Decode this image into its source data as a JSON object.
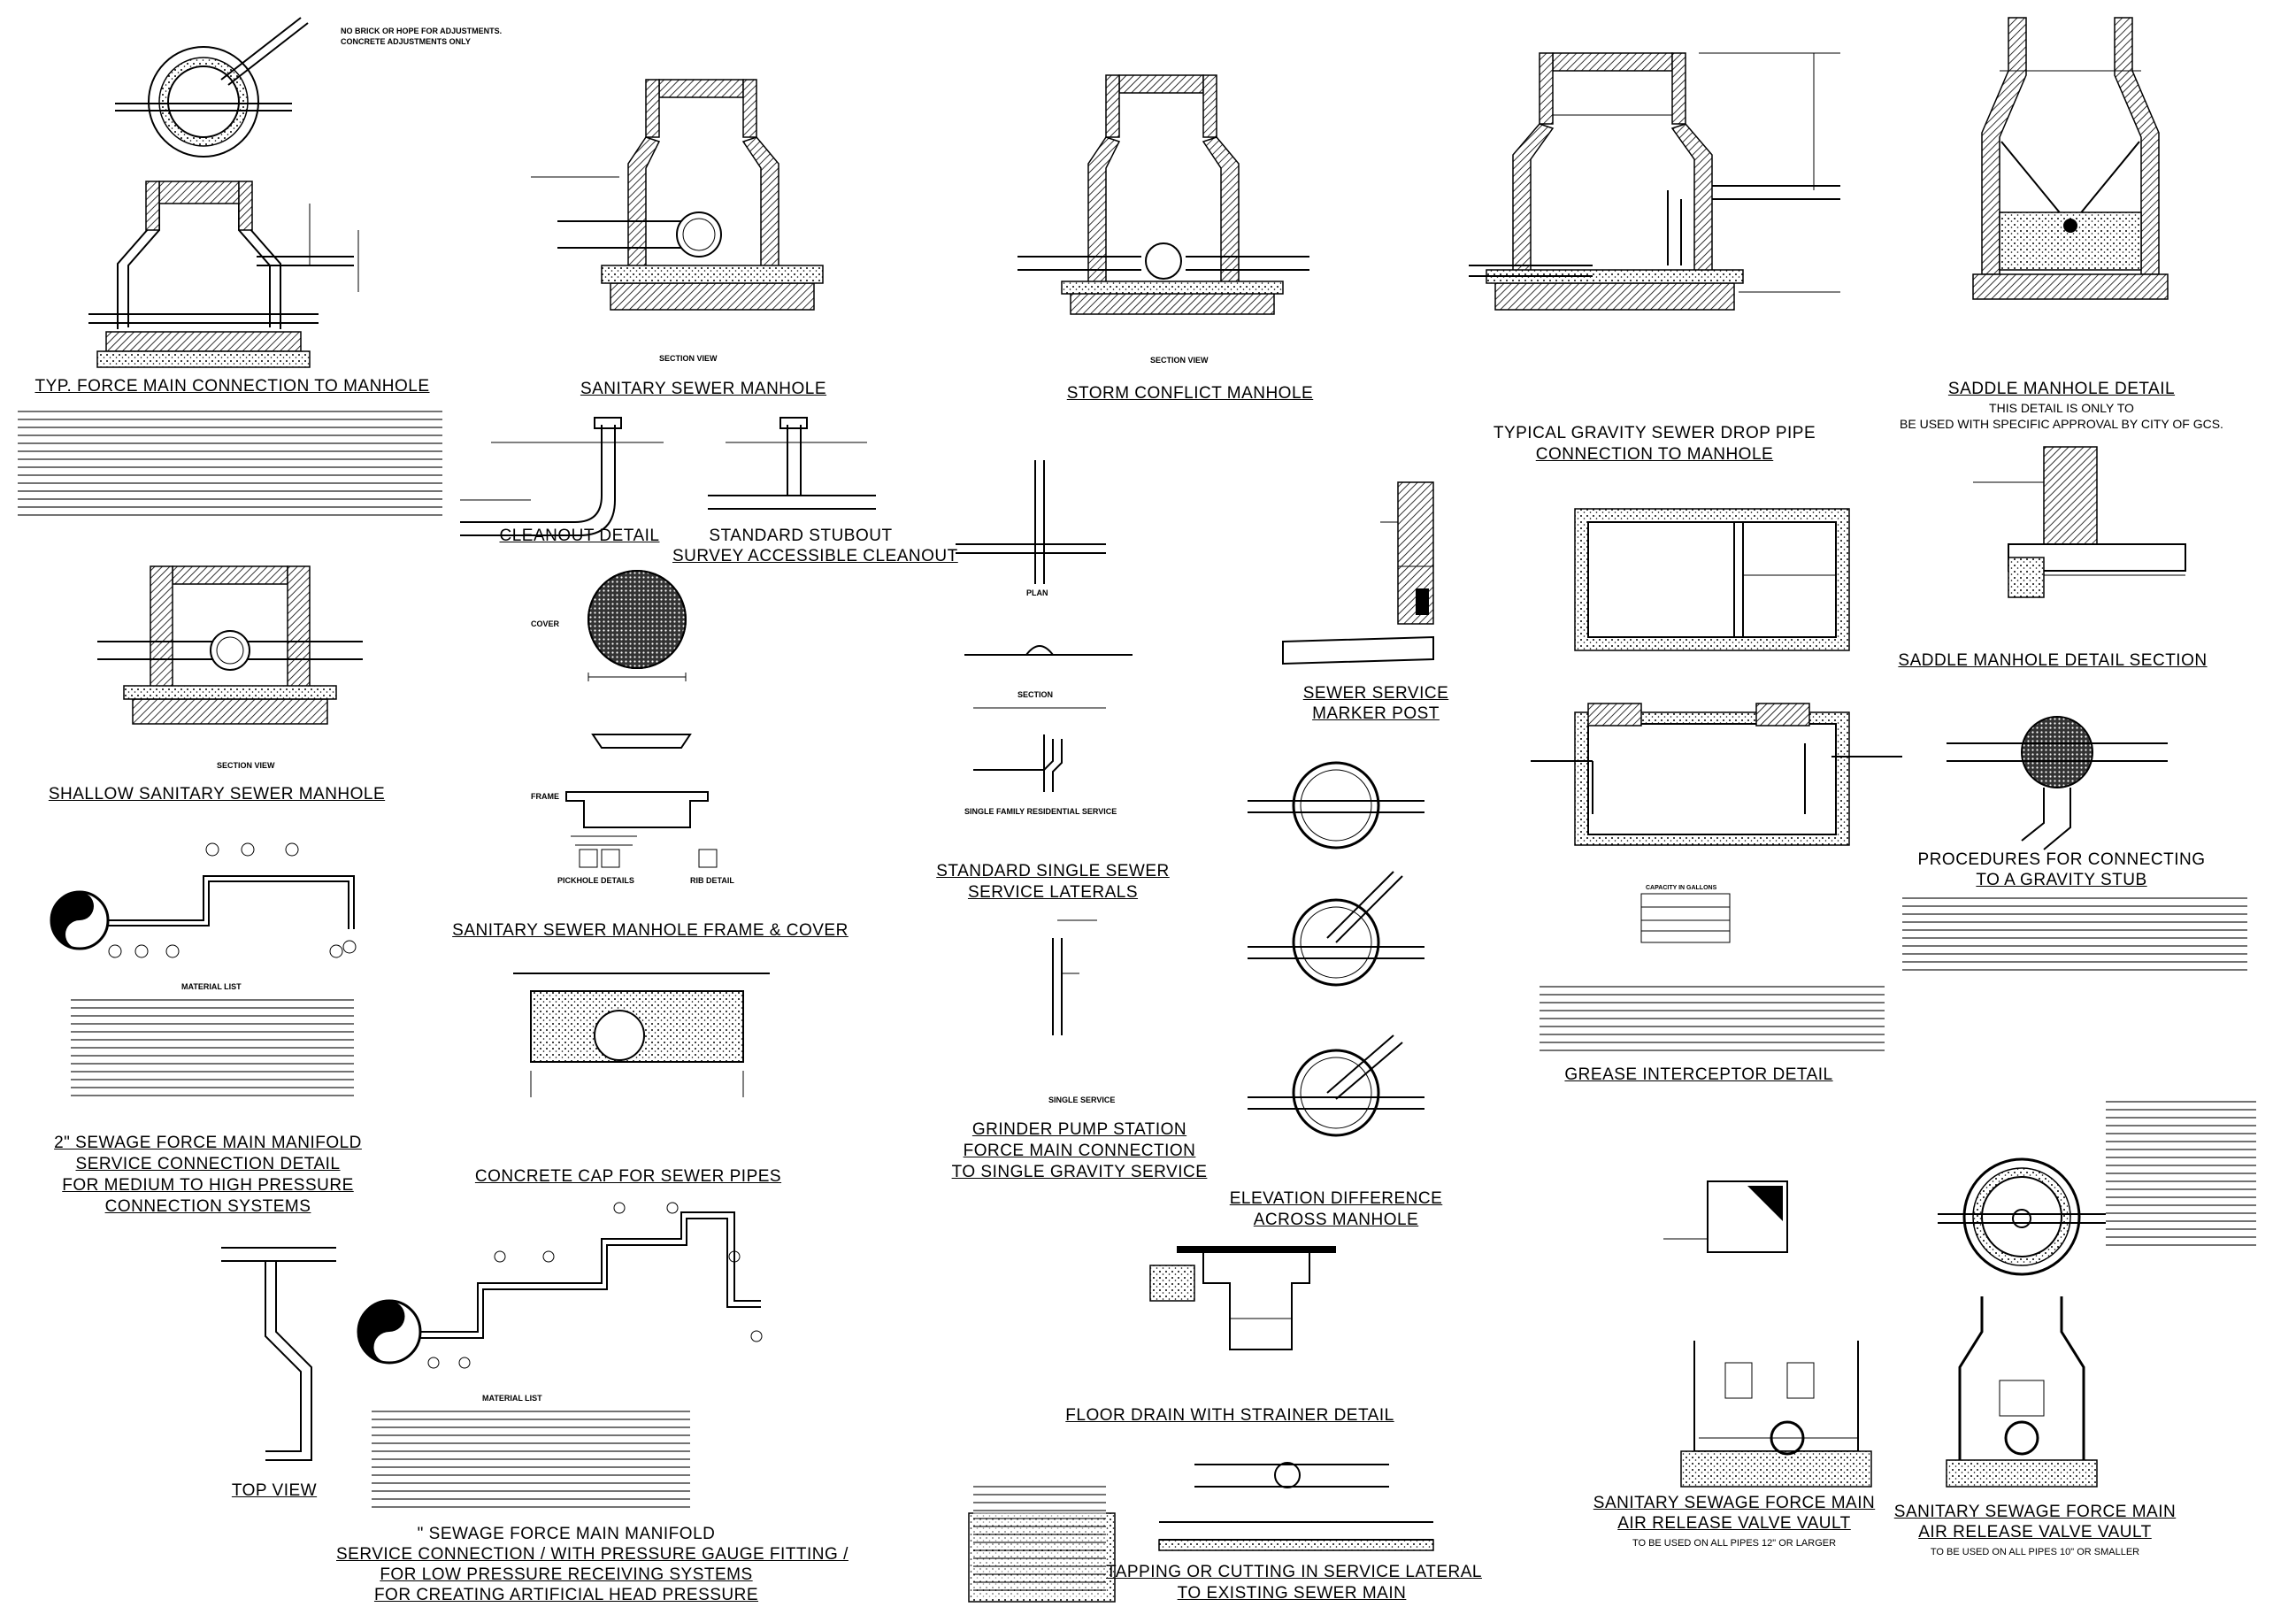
{
  "sheet": {
    "titles": {
      "force_main_conn": "TYP. FORCE MAIN CONNECTION TO MANHOLE",
      "sanitary_manhole": "SANITARY SEWER MANHOLE",
      "storm_conflict": "STORM CONFLICT MANHOLE",
      "gravity_drop_1": "TYPICAL GRAVITY SEWER DROP PIPE",
      "gravity_drop_2": "CONNECTION TO MANHOLE",
      "saddle_manhole": "SADDLE MANHOLE DETAIL",
      "cleanout": "CLEANOUT DETAIL",
      "stubout_1": "STANDARD STUBOUT",
      "stubout_2": "SURVEY ACCESSIBLE CLEANOUT",
      "shallow_manhole": "SHALLOW SANITARY SEWER MANHOLE",
      "frame_cover": "SANITARY SEWER MANHOLE FRAME & COVER",
      "marker_post_1": "SEWER SERVICE",
      "marker_post_2": "MARKER POST",
      "saddle_section": "SADDLE MANHOLE DETAIL SECTION",
      "gravity_stub_1": "PROCEDURES FOR CONNECTING",
      "gravity_stub_2": "TO A GRAVITY STUB",
      "single_laterals_1": "STANDARD SINGLE SEWER",
      "single_laterals_2": "SERVICE LATERALS",
      "manifold_2in_1": "2\" SEWAGE FORCE MAIN MANIFOLD",
      "manifold_2in_2": "SERVICE CONNECTION DETAIL",
      "manifold_2in_3": "FOR MEDIUM TO HIGH PRESSURE",
      "manifold_2in_4": "CONNECTION SYSTEMS",
      "concrete_cap": "CONCRETE CAP FOR SEWER PIPES",
      "grinder_1": "GRINDER PUMP STATION",
      "grinder_2": "FORCE MAIN CONNECTION",
      "grinder_3": "TO SINGLE GRAVITY SERVICE",
      "elevation_1": "ELEVATION DIFFERENCE",
      "elevation_2": "ACROSS MANHOLE",
      "grease": "GREASE INTERCEPTOR DETAIL",
      "floor_drain": "FLOOR DRAIN WITH STRAINER DETAIL",
      "top_view": "TOP VIEW",
      "manifold_low_1": "\" SEWAGE FORCE MAIN MANIFOLD",
      "manifold_low_2": "SERVICE CONNECTION / WITH PRESSURE GAUGE FITTING /",
      "manifold_low_3": "FOR LOW PRESSURE RECEIVING SYSTEMS",
      "manifold_low_4": "FOR CREATING ARTIFICIAL HEAD PRESSURE",
      "tapping_1": "TAPPING OR CUTTING IN SERVICE LATERAL",
      "tapping_2": "TO EXISTING SEWER MAIN",
      "arv_large_1": "SANITARY SEWAGE FORCE MAIN",
      "arv_large_2": "AIR RELEASE VALVE VAULT",
      "arv_small_1": "SANITARY SEWAGE FORCE MAIN",
      "arv_small_2": "AIR RELEASE VALVE VAULT"
    },
    "subtitles": {
      "saddle_only_1": "THIS DETAIL IS ONLY TO",
      "saddle_only_2": "BE USED WITH SPECIFIC APPROVAL BY CITY OF GCS.",
      "arv_large_note": "TO BE USED ON ALL PIPES 12\" OR LARGER",
      "arv_small_note": "TO BE USED ON ALL PIPES 10\" OR SMALLER"
    },
    "labels": {
      "section_view": "SECTION VIEW",
      "plan": "PLAN",
      "section": "SECTION",
      "cover": "COVER",
      "frame": "FRAME",
      "pickhole": "PICKHOLE DETAILS",
      "rib": "RIB DETAIL",
      "material_list": "MATERIAL LIST",
      "single_family": "SINGLE FAMILY RESIDENTIAL SERVICE",
      "single_service": "SINGLE SERVICE",
      "no_brick": "NO BRICK OR HOPE FOR ADJUSTMENTS.",
      "concrete_only": "CONCRETE ADJUSTMENTS ONLY",
      "capacity": "CAPACITY IN GALLONS"
    }
  }
}
